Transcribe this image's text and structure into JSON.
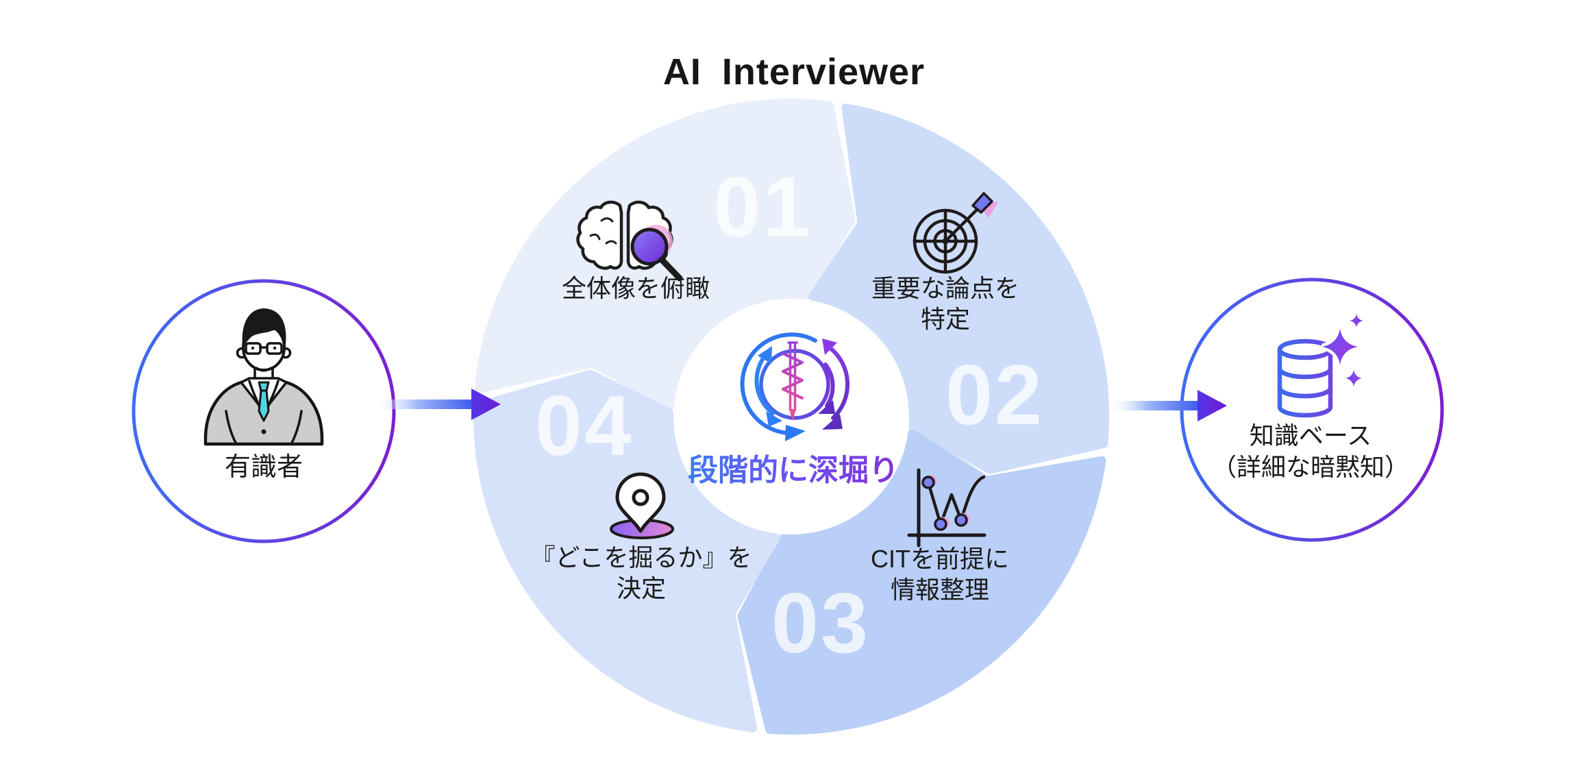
{
  "title": "AI Interviewer",
  "expert": {
    "label": "有識者",
    "icon": "expert-person-icon"
  },
  "knowledge_base": {
    "label_line1": "知識ベース",
    "label_line2": "（詳細な暗黙知）",
    "icon": "database-sparkles-icon"
  },
  "center": {
    "label": "段階的に深堀り",
    "icon": "iterative-drill-cycle-icon"
  },
  "steps": [
    {
      "number": "01",
      "line1": "全体像を俯瞰",
      "line2": "",
      "icon": "brain-magnifier-icon",
      "color": "#e9eefb"
    },
    {
      "number": "02",
      "line1": "重要な論点を",
      "line2": "特定",
      "icon": "dartboard-dart-icon",
      "color": "#cdddf9"
    },
    {
      "number": "03",
      "line1": "CITを前提に",
      "line2": "情報整理",
      "icon": "line-chart-icon",
      "color": "#b9cff7"
    },
    {
      "number": "04",
      "line1": "『どこを掘るか』を",
      "line2": "決定",
      "icon": "map-pin-icon",
      "color": "#d6e2fa"
    }
  ],
  "colors": {
    "accent_blue": "#3e6cf3",
    "accent_purple": "#7b1fd0",
    "accent_pink": "#ef559c",
    "title_text": "#161616",
    "label_text": "#1b1b1b",
    "number_text": "rgba(255,255,255,0.75)"
  }
}
